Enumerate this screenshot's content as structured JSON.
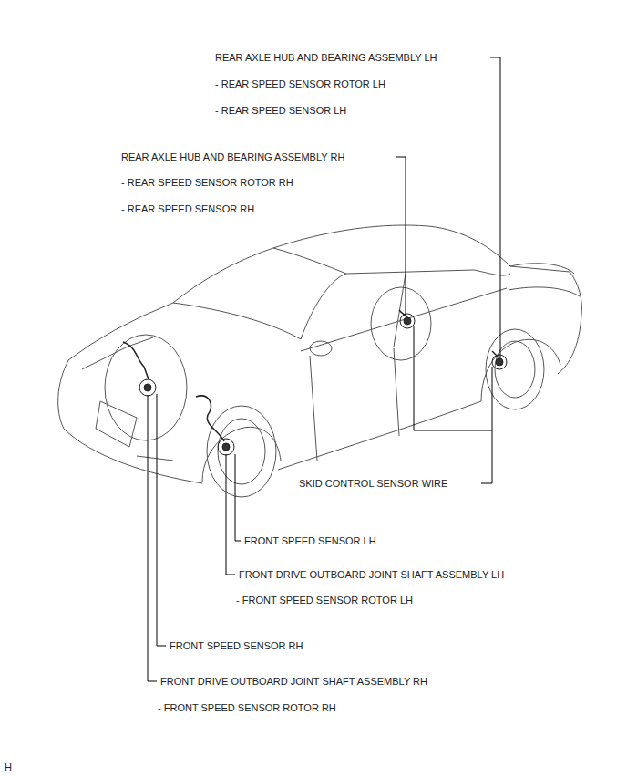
{
  "diagram": {
    "labels": [
      "REAR AXLE HUB AND BEARING ASSEMBLY LH",
      "- REAR SPEED SENSOR ROTOR LH",
      "- REAR SPEED SENSOR LH",
      "REAR AXLE HUB AND BEARING ASSEMBLY RH",
      "- REAR SPEED SENSOR ROTOR RH",
      "- REAR SPEED SENSOR RH",
      "SKID CONTROL SENSOR WIRE",
      "FRONT SPEED SENSOR LH",
      "FRONT DRIVE OUTBOARD JOINT SHAFT ASSEMBLY LH",
      "- FRONT SPEED SENSOR ROTOR LH",
      "FRONT SPEED SENSOR RH",
      "FRONT DRIVE OUTBOARD JOINT SHAFT ASSEMBLY RH",
      "- FRONT SPEED SENSOR ROTOR RH",
      "H"
    ]
  }
}
